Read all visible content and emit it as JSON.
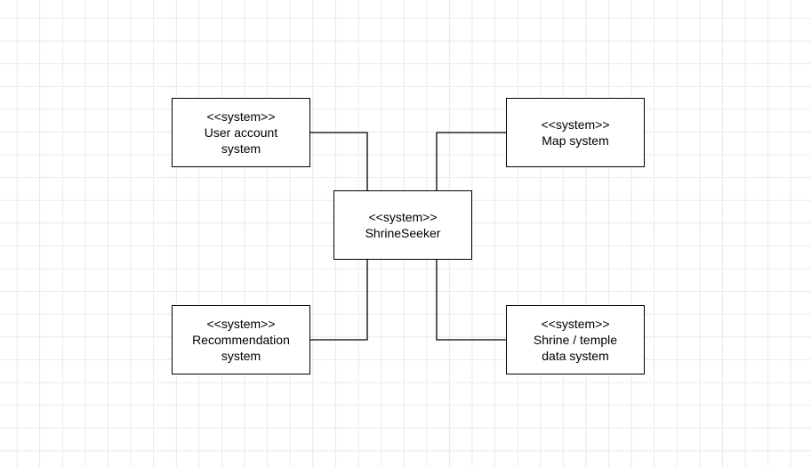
{
  "diagram": {
    "nodes": {
      "user_account": {
        "stereotype": "<<system>>",
        "name_line1": "User account",
        "name_line2": "system"
      },
      "map": {
        "stereotype": "<<system>>",
        "name_line1": "Map system"
      },
      "core": {
        "stereotype": "<<system>>",
        "name_line1": "ShrineSeeker"
      },
      "recommendation": {
        "stereotype": "<<system>>",
        "name_line1": "Recommendation",
        "name_line2": "system"
      },
      "shrine_data": {
        "stereotype": "<<system>>",
        "name_line1": "Shrine / temple",
        "name_line2": "data system"
      }
    },
    "connections": [
      {
        "from": "ShrineSeeker",
        "to": "User account system"
      },
      {
        "from": "ShrineSeeker",
        "to": "Map system"
      },
      {
        "from": "ShrineSeeker",
        "to": "Recommendation system"
      },
      {
        "from": "ShrineSeeker",
        "to": "Shrine / temple data system"
      }
    ]
  }
}
